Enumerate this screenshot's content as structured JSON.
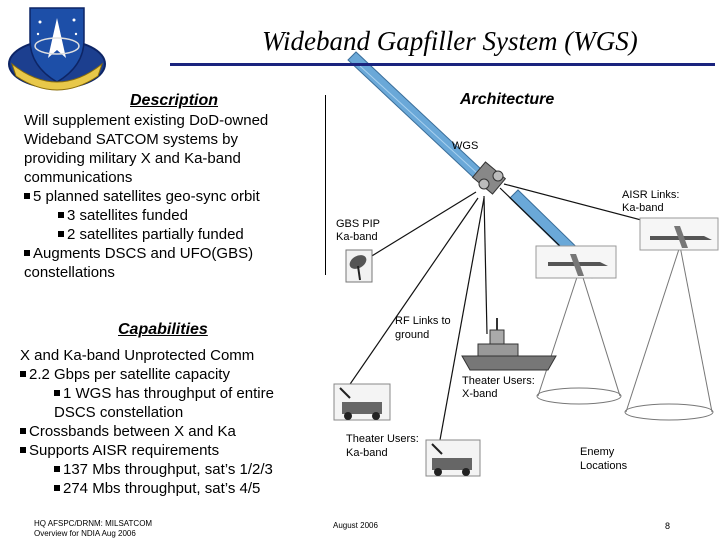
{
  "slide": {
    "title": "Wideband Gapfiller System (WGS)",
    "colors": {
      "title_rule": "#1a237e",
      "satellite": "#6aa8d8"
    }
  },
  "description": {
    "heading": "Description",
    "lines": [
      {
        "text": "Will supplement existing DoD-owned",
        "bullet": false,
        "indent": 0
      },
      {
        "text": "Wideband SATCOM systems by",
        "bullet": false,
        "indent": 0
      },
      {
        "text": "providing military X and Ka-band",
        "bullet": false,
        "indent": 0
      },
      {
        "text": "communications",
        "bullet": false,
        "indent": 0
      },
      {
        "text": "5 planned satellites geo-sync orbit",
        "bullet": true,
        "indent": 0
      },
      {
        "text": "3 satellites funded",
        "bullet": true,
        "indent": 1
      },
      {
        "text": "2 satellites partially funded",
        "bullet": true,
        "indent": 1
      },
      {
        "text": "Augments DSCS and UFO(GBS)",
        "bullet": true,
        "indent": 0
      },
      {
        "text": "constellations",
        "bullet": false,
        "indent": 0
      }
    ]
  },
  "capabilities": {
    "heading": "Capabilities",
    "lines": [
      {
        "text": "X and Ka-band Unprotected Comm",
        "bullet": false,
        "indent": 0
      },
      {
        "text": "2.2 Gbps per satellite capacity",
        "bullet": true,
        "indent": 0
      },
      {
        "text": "1 WGS has throughput of entire",
        "bullet": true,
        "indent": 1
      },
      {
        "text": "DSCS constellation",
        "bullet": false,
        "indent": 1
      },
      {
        "text": "Crossbands between X and Ka",
        "bullet": true,
        "indent": 0
      },
      {
        "text": "Supports AISR requirements",
        "bullet": true,
        "indent": 0
      },
      {
        "text": "137 Mbs throughput, sat’s 1/2/3",
        "bullet": true,
        "indent": 1
      },
      {
        "text": "274 Mbs throughput, sat’s 4/5",
        "bullet": true,
        "indent": 1
      }
    ]
  },
  "architecture": {
    "heading": "Architecture",
    "wgs_label": "WGS",
    "aisr_label_1": "AISR Links:",
    "aisr_label_2": "Ka-band",
    "gbs_label_1": "GBS PIP",
    "gbs_label_2": "Ka-band",
    "rf_label_1": "RF Links to",
    "rf_label_2": "ground",
    "theater_x_1": "Theater Users:",
    "theater_x_2": "X-band",
    "theater_ka_1": "Theater Users:",
    "theater_ka_2": "Ka-band",
    "enemy_1": "Enemy",
    "enemy_2": "Locations"
  },
  "footer": {
    "org_line1": "HQ AFSPC/DRNM: MILSATCOM",
    "org_line2": "Overview for NDIA Aug 2006",
    "date": "August 2006",
    "page": "8"
  }
}
